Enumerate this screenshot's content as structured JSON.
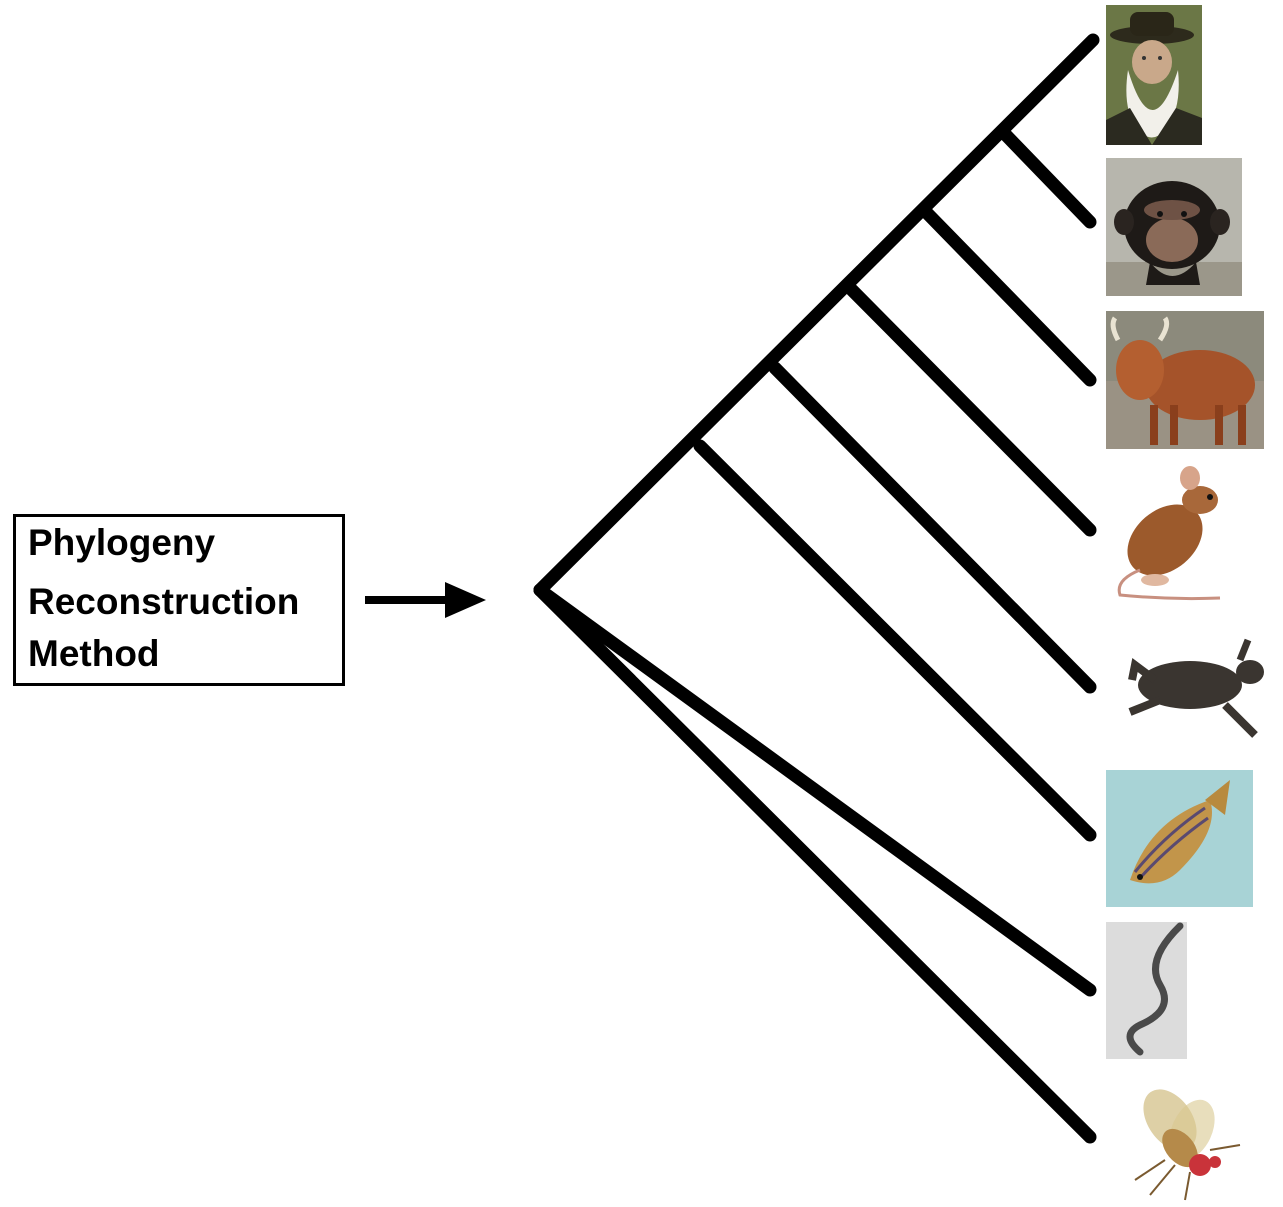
{
  "box": {
    "lines": [
      "Phylogeny",
      "Reconstruction",
      "Method"
    ]
  },
  "tree": {
    "stroke_color": "#000000",
    "leaves": [
      {
        "name": "human",
        "icon": "darwin-portrait-icon"
      },
      {
        "name": "chimpanzee",
        "icon": "chimpanzee-icon"
      },
      {
        "name": "cow",
        "icon": "highland-cow-icon"
      },
      {
        "name": "mouse",
        "icon": "mouse-icon"
      },
      {
        "name": "frog",
        "icon": "frog-icon"
      },
      {
        "name": "zebrafish",
        "icon": "zebrafish-icon"
      },
      {
        "name": "nematode",
        "icon": "nematode-worm-icon"
      },
      {
        "name": "fruit fly",
        "icon": "fruit-fly-icon"
      }
    ]
  },
  "colors": {
    "fish_background": "#a8d3d6",
    "worm_background": "#d8d8d8",
    "portrait_background": "#6e7a4a"
  }
}
